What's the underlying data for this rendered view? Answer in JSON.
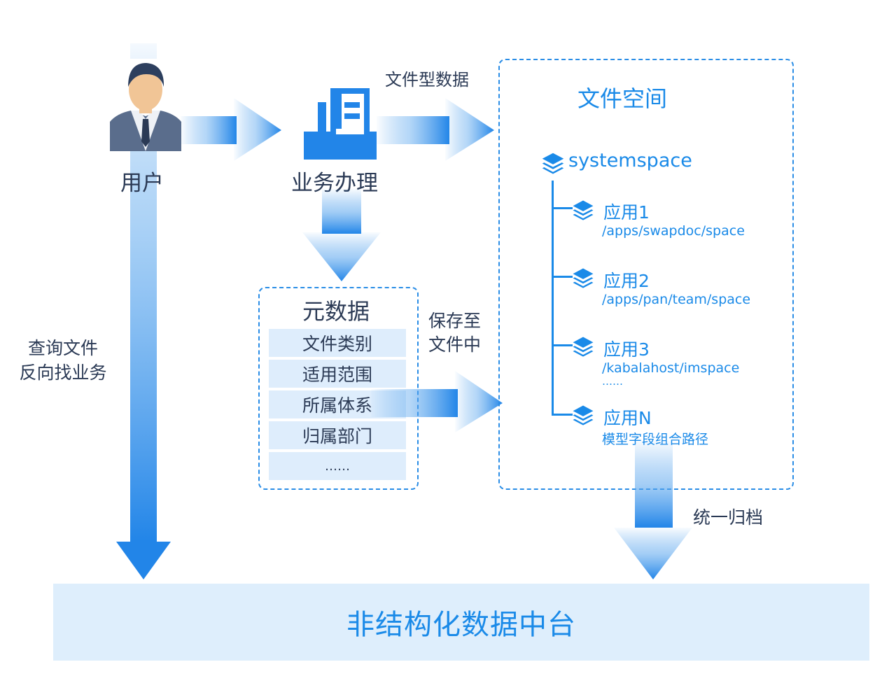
{
  "user": {
    "label": "用户",
    "icon": "user-avatar-icon"
  },
  "business": {
    "label": "业务办理",
    "icon": "business-doc-icon"
  },
  "flow_labels": {
    "file_type_data": "文件型数据",
    "save_to_file_line1": "保存至",
    "save_to_file_line2": "文件中",
    "query_line1": "查询文件",
    "query_line2": "反向找业务",
    "archive": "统一归档"
  },
  "metadata": {
    "title": "元数据",
    "rows": [
      "文件类别",
      "适用范围",
      "所属体系",
      "归属部门",
      "……"
    ]
  },
  "file_space": {
    "title": "文件空间",
    "root": {
      "label": "systemspace",
      "icon": "layers-icon"
    },
    "apps": [
      {
        "name": "应用1",
        "path": "/apps/swapdoc/space"
      },
      {
        "name": "应用2",
        "path": "/apps/pan/team/space"
      },
      {
        "name": "应用3",
        "path": "/kabalahost/imspace",
        "extra": "……"
      },
      {
        "name": "应用N",
        "path": "模型字段组合路径"
      }
    ]
  },
  "platform": {
    "label": "非结构化数据中台"
  },
  "colors": {
    "accent": "#1a8ae8",
    "text": "#2b3a55",
    "light_fill": "#deedfc"
  }
}
